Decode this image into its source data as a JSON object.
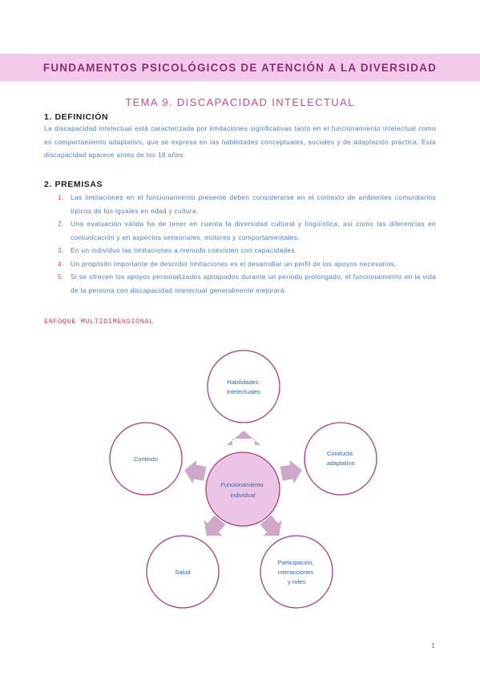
{
  "header": {
    "title": "FUNDAMENTOS PSICOLÓGICOS DE ATENCIÓN A LA DIVERSIDAD"
  },
  "subtitle": "TEMA 9. DISCAPACIDAD INTELECTUAL",
  "section1": {
    "heading": "1.  DEFINICIÓN",
    "text": "La discapacidad intelectual está caracterizada por limitaciones significativas tanto en el funcionamiento intelectual como en comportamiento adaptativo, que se expresa en las habilidades conceptuales, sociales y de adaptación práctica. Esta discapacidad aparece antes de los 18 años."
  },
  "section2": {
    "heading": "2.  PREMISAS",
    "items": [
      {
        "num": "1.",
        "text": "Las limitaciones en el funcionamiento presente deben considerarse en el contexto de ambientes comunitarios típicos de los iguales en edad y cultura."
      },
      {
        "num": "2.",
        "text": "Una evaluación válida ha de tener en cuenta la diversidad cultural y lingüística, así como las diferencias en comunicación y en aspectos sensoriales, motores y comportamentales."
      },
      {
        "num": "3.",
        "text": "En un individuo las limitaciones a menudo coexisten con capacidades."
      },
      {
        "num": "4.",
        "text": "Un propósito importante de describir limitaciones es el desarrollar un perfil de los apoyos necesarios."
      },
      {
        "num": "5.",
        "text": "Si se ofrecen los apoyos personalizados apropiados durante un periodo prolongado, el funcionamiento en la vida de la persona con discapacidad intelectual generalmente mejorará."
      }
    ]
  },
  "enfoque": "ENFOQUE MULTIDIMENSIONAL",
  "diagram": {
    "center": [
      "Funcionamiento",
      "individual"
    ],
    "nodes": [
      {
        "id": "habilidades",
        "lines": [
          "Habilidades",
          "intelectuales"
        ]
      },
      {
        "id": "conducta",
        "lines": [
          "Conducta",
          "adaptativa"
        ]
      },
      {
        "id": "participacion",
        "lines": [
          "Participación,",
          "interacciones",
          "y roles"
        ]
      },
      {
        "id": "salud",
        "lines": [
          "Salud"
        ]
      },
      {
        "id": "contexto",
        "lines": [
          "Contexto"
        ]
      }
    ],
    "colors": {
      "center_fill": "#ecc4e6",
      "circle_stroke": "#b03a7c",
      "arrow": "#cfa8c8",
      "text": "#2f68b0"
    }
  },
  "page_number": "1"
}
